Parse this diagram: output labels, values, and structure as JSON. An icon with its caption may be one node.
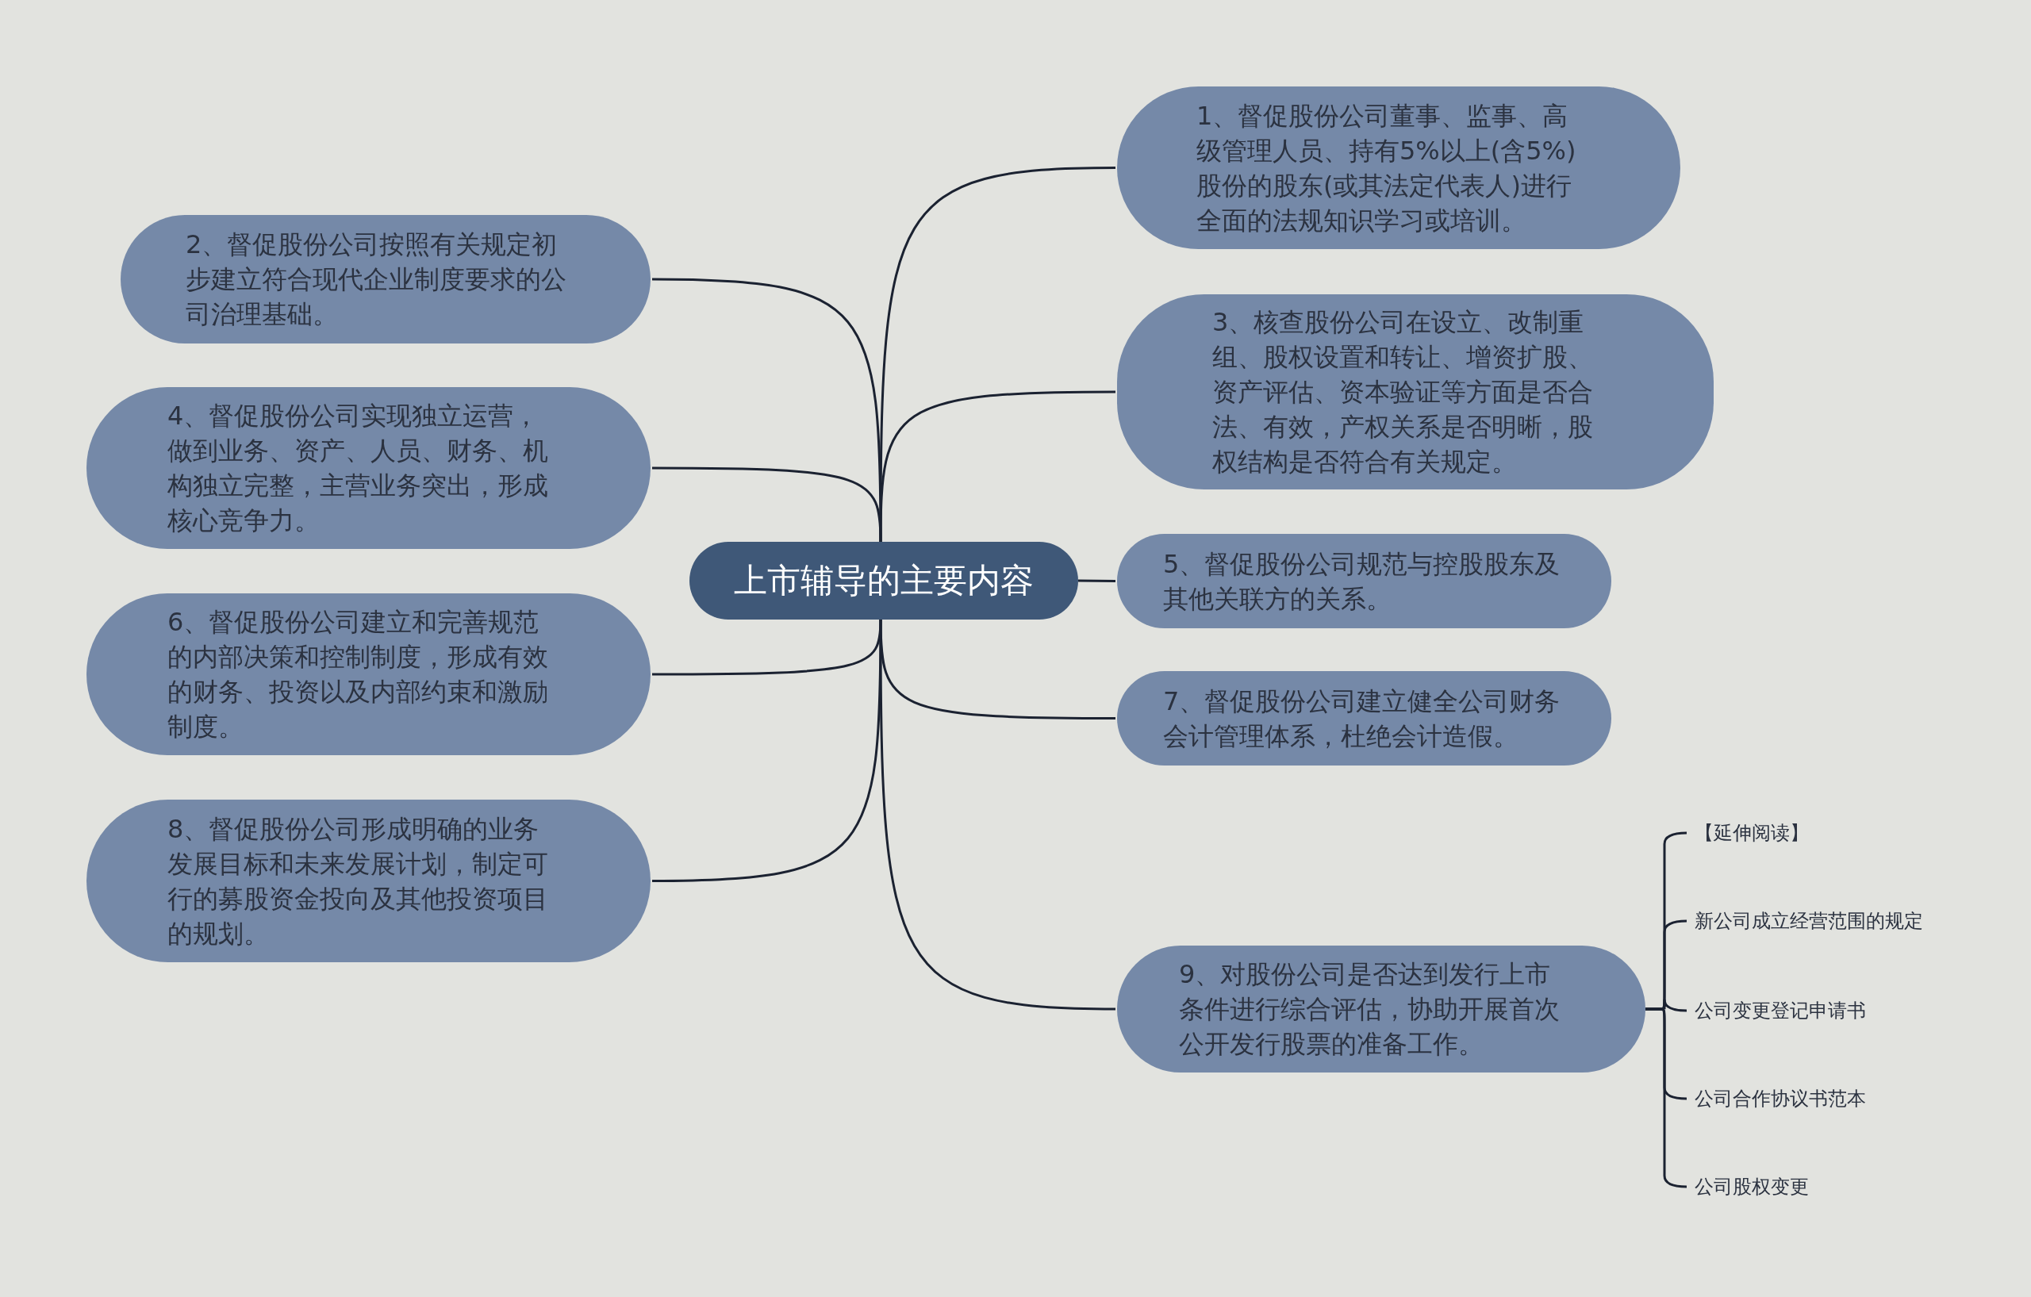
{
  "diagram": {
    "nodes": [
      {
        "text": [
          "上市辅导的主要内容"
        ]
      },
      {
        "text": [
          "1、督促股份公司董事、监事、高级管理人员、持有5%以上(含5%)股份的股东(或其法定代表人)进行全面的法规知识学习或培训。"
        ]
      },
      {
        "text": [
          "2、督促股份公司按照有关规定初步建立符合现代企业制度要求的公司治理基础。"
        ]
      },
      {
        "text": [
          "3、核查股份公司在设立、改制重组、股权设置和转让、增资扩股、资产评估、资本验证等方面是否合法、有效，产权关系是否明晰，股权结构是否符合有关规定。"
        ]
      },
      {
        "text": [
          "4、督促股份公司实现独立运营，做到业务、资产、人员、财务、机构独立完整，主营业务突出，形成核心竞争力。"
        ]
      },
      {
        "text": [
          "5、督促股份公司规范与控股股东及其他关联方的关系。"
        ]
      },
      {
        "text": [
          "6、督促股份公司建立和完善规范的内部决策和控制制度，形成有效的财务、投资以及内部约束和激励制度。"
        ]
      },
      {
        "text": [
          "7、督促股份公司建立健全公司财务会计管理体系，杜绝会计造假。"
        ]
      },
      {
        "text": [
          "8、督促股份公司形成明确的业务发展目标和未来发展计划，制定可行的募股资金投向及其他投资项目的规划。"
        ]
      },
      {
        "text": [
          "9、对股份公司是否达到发行上市条件进行综合评估，协助开展首次公开发行股票的准备工作。"
        ]
      },
      {
        "text": [
          "【延伸阅读】"
        ]
      },
      {
        "text": [
          "新公司成立经营范围的规定"
        ]
      },
      {
        "text": [
          "公司变更登记申请书"
        ]
      },
      {
        "text": [
          "公司合作协议书范本"
        ]
      },
      {
        "text": [
          "公司股权变更"
        ]
      }
    ],
    "edges": [
      {
        "from": 0,
        "to": 1,
        "arrow": "none"
      },
      {
        "from": 0,
        "to": 2,
        "arrow": "none"
      },
      {
        "from": 0,
        "to": 3,
        "arrow": "none"
      },
      {
        "from": 0,
        "to": 4,
        "arrow": "none"
      },
      {
        "from": 0,
        "to": 5,
        "arrow": "none"
      },
      {
        "from": 0,
        "to": 6,
        "arrow": "none"
      },
      {
        "from": 0,
        "to": 7,
        "arrow": "none"
      },
      {
        "from": 0,
        "to": 8,
        "arrow": "none"
      },
      {
        "from": 0,
        "to": 9,
        "arrow": "none"
      },
      {
        "from": 9,
        "to": 10,
        "arrow": "none"
      },
      {
        "from": 9,
        "to": 11,
        "arrow": "none"
      },
      {
        "from": 9,
        "to": 12,
        "arrow": "none"
      },
      {
        "from": 9,
        "to": 13,
        "arrow": "none"
      },
      {
        "from": 9,
        "to": 14,
        "arrow": "none"
      }
    ]
  }
}
